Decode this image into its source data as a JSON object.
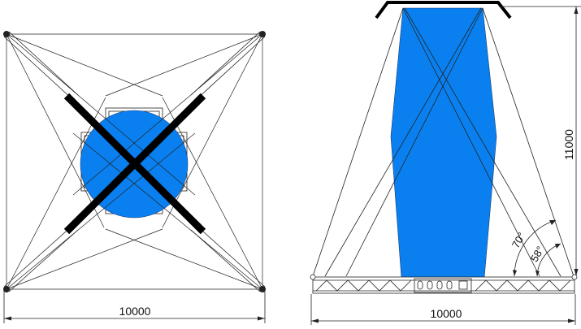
{
  "colors": {
    "blue": "#0a80f0",
    "line": "#222222",
    "black": "#000000"
  },
  "left_view": {
    "width_label": "10000"
  },
  "right_view": {
    "width_label": "10000",
    "height_label": "11000",
    "angle_upper": "70°",
    "angle_lower": "58°"
  }
}
